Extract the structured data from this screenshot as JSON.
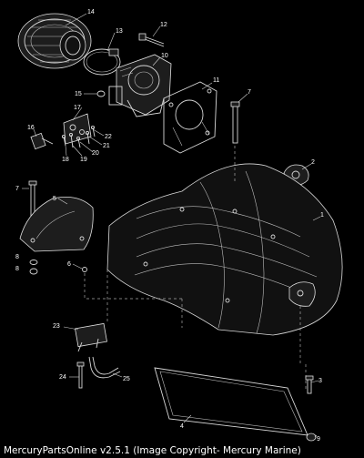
{
  "diagram": {
    "callouts": [
      "14",
      "12",
      "13",
      "10",
      "11",
      "15",
      "7",
      "17",
      "16",
      "22",
      "21",
      "20",
      "19",
      "18",
      "2",
      "1",
      "5",
      "6",
      "8",
      "23",
      "24",
      "25",
      "4",
      "3",
      "9"
    ]
  },
  "footer": {
    "text": "MercuryPartsOnline v2.5.1 (Image Copyright- Mercury Marine)"
  }
}
